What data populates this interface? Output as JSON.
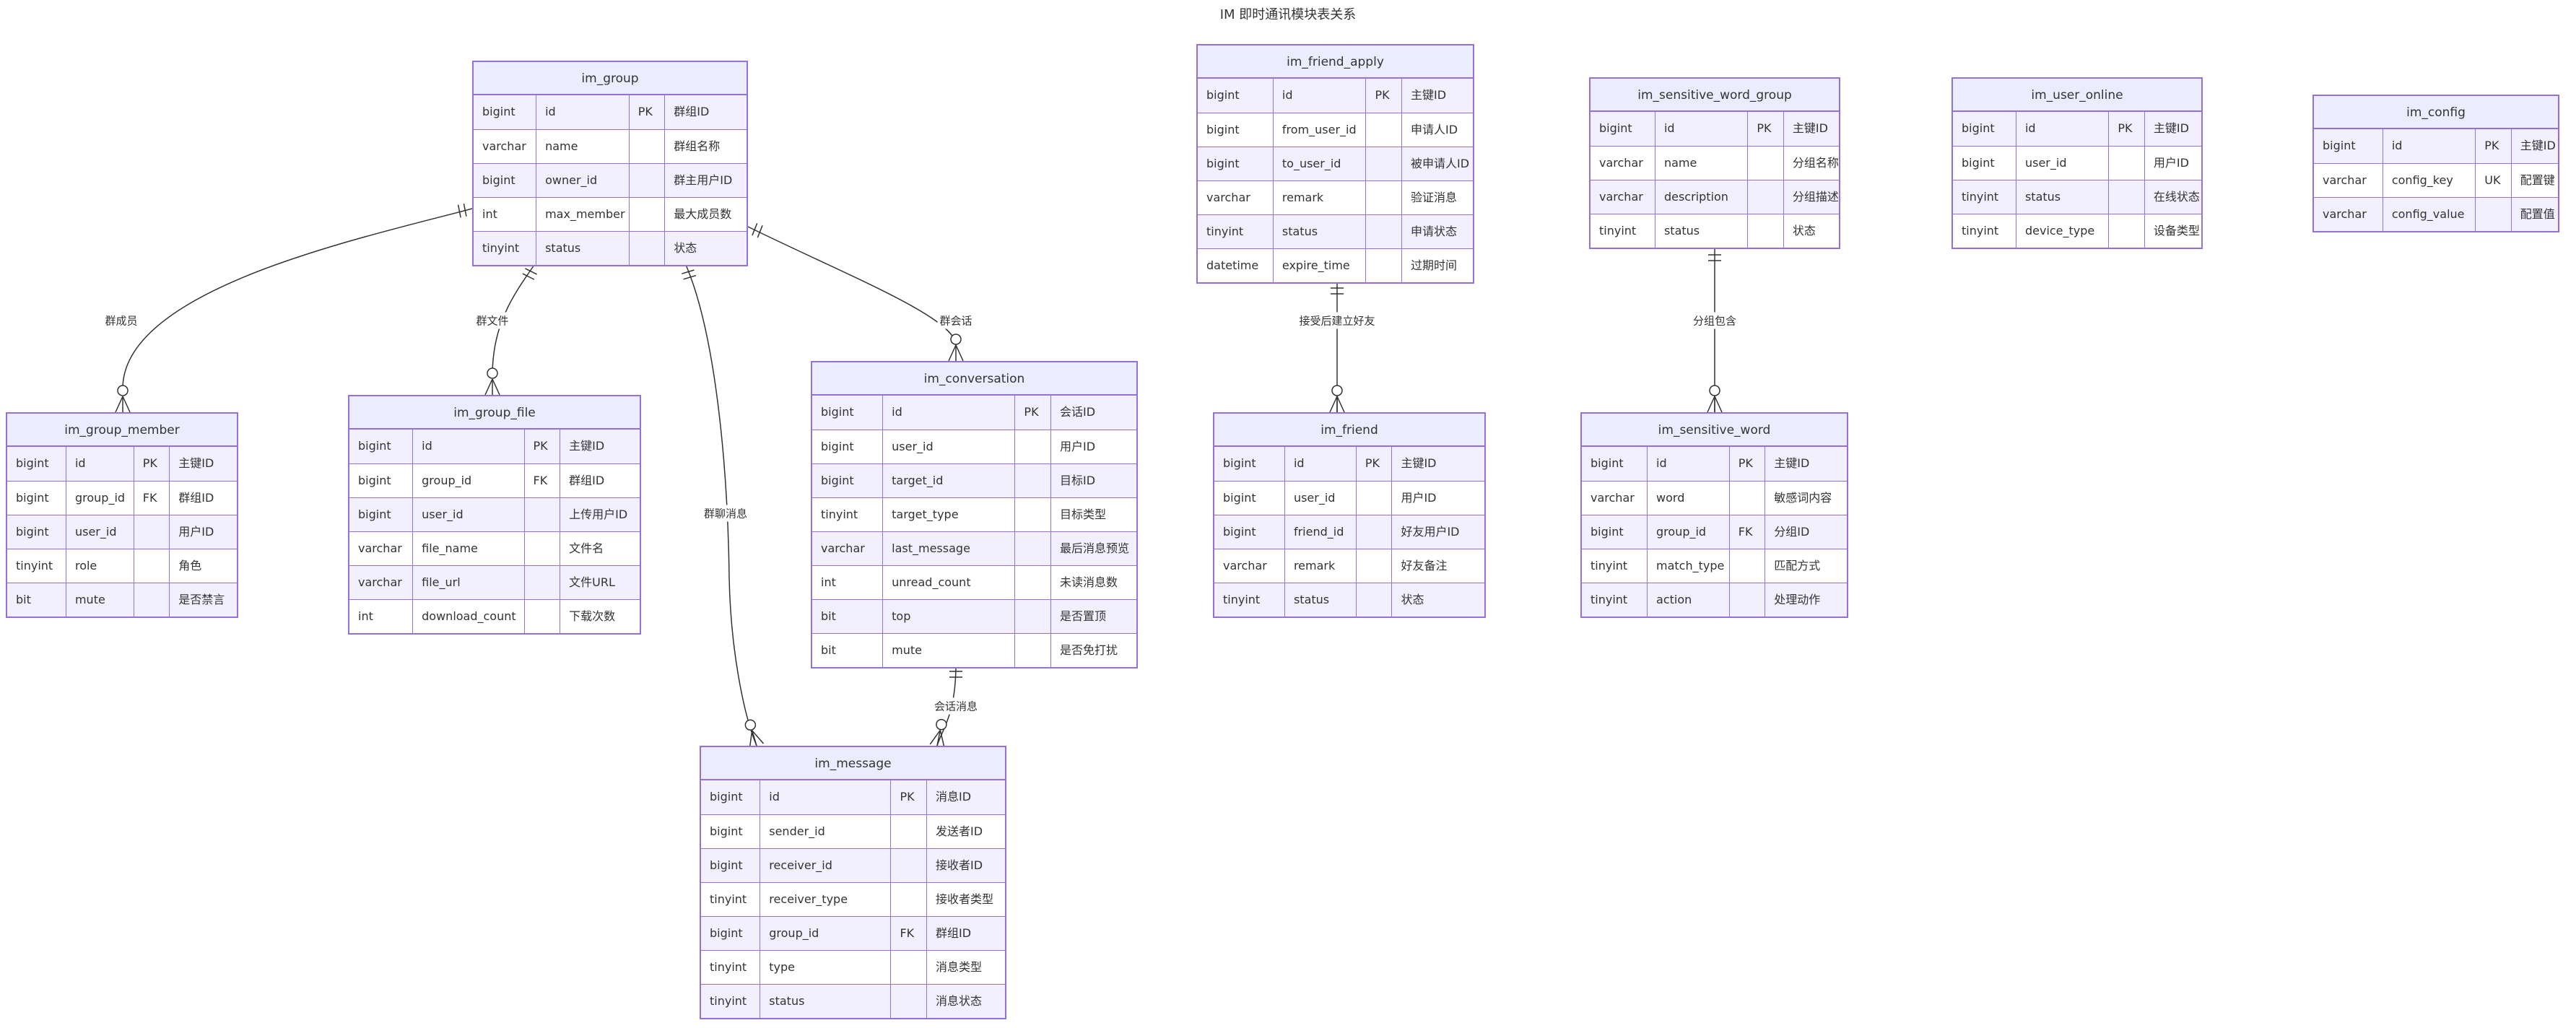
{
  "title": "IM 即时通讯模块表关系",
  "colors": {
    "entity_fill": "#ECECFF",
    "entity_border": "#9370DB",
    "row_alt": "#f2f0ff",
    "line": "#333333"
  },
  "entities": {
    "im_group": {
      "name": "im_group",
      "rows": [
        [
          "bigint",
          "id",
          "PK",
          "群组ID"
        ],
        [
          "varchar",
          "name",
          "",
          "群组名称"
        ],
        [
          "bigint",
          "owner_id",
          "",
          "群主用户ID"
        ],
        [
          "int",
          "max_member",
          "",
          "最大成员数"
        ],
        [
          "tinyint",
          "status",
          "",
          "状态"
        ]
      ]
    },
    "im_friend_apply": {
      "name": "im_friend_apply",
      "rows": [
        [
          "bigint",
          "id",
          "PK",
          "主键ID"
        ],
        [
          "bigint",
          "from_user_id",
          "",
          "申请人ID"
        ],
        [
          "bigint",
          "to_user_id",
          "",
          "被申请人ID"
        ],
        [
          "varchar",
          "remark",
          "",
          "验证消息"
        ],
        [
          "tinyint",
          "status",
          "",
          "申请状态"
        ],
        [
          "datetime",
          "expire_time",
          "",
          "过期时间"
        ]
      ]
    },
    "im_sensitive_word_group": {
      "name": "im_sensitive_word_group",
      "rows": [
        [
          "bigint",
          "id",
          "PK",
          "主键ID"
        ],
        [
          "varchar",
          "name",
          "",
          "分组名称"
        ],
        [
          "varchar",
          "description",
          "",
          "分组描述"
        ],
        [
          "tinyint",
          "status",
          "",
          "状态"
        ]
      ]
    },
    "im_user_online": {
      "name": "im_user_online",
      "rows": [
        [
          "bigint",
          "id",
          "PK",
          "主键ID"
        ],
        [
          "bigint",
          "user_id",
          "",
          "用户ID"
        ],
        [
          "tinyint",
          "status",
          "",
          "在线状态"
        ],
        [
          "tinyint",
          "device_type",
          "",
          "设备类型"
        ]
      ]
    },
    "im_config": {
      "name": "im_config",
      "rows": [
        [
          "bigint",
          "id",
          "PK",
          "主键ID"
        ],
        [
          "varchar",
          "config_key",
          "UK",
          "配置键"
        ],
        [
          "varchar",
          "config_value",
          "",
          "配置值"
        ]
      ]
    },
    "im_group_member": {
      "name": "im_group_member",
      "rows": [
        [
          "bigint",
          "id",
          "PK",
          "主键ID"
        ],
        [
          "bigint",
          "group_id",
          "FK",
          "群组ID"
        ],
        [
          "bigint",
          "user_id",
          "",
          "用户ID"
        ],
        [
          "tinyint",
          "role",
          "",
          "角色"
        ],
        [
          "bit",
          "mute",
          "",
          "是否禁言"
        ]
      ]
    },
    "im_group_file": {
      "name": "im_group_file",
      "rows": [
        [
          "bigint",
          "id",
          "PK",
          "主键ID"
        ],
        [
          "bigint",
          "group_id",
          "FK",
          "群组ID"
        ],
        [
          "bigint",
          "user_id",
          "",
          "上传用户ID"
        ],
        [
          "varchar",
          "file_name",
          "",
          "文件名"
        ],
        [
          "varchar",
          "file_url",
          "",
          "文件URL"
        ],
        [
          "int",
          "download_count",
          "",
          "下载次数"
        ]
      ]
    },
    "im_conversation": {
      "name": "im_conversation",
      "rows": [
        [
          "bigint",
          "id",
          "PK",
          "会话ID"
        ],
        [
          "bigint",
          "user_id",
          "",
          "用户ID"
        ],
        [
          "bigint",
          "target_id",
          "",
          "目标ID"
        ],
        [
          "tinyint",
          "target_type",
          "",
          "目标类型"
        ],
        [
          "varchar",
          "last_message",
          "",
          "最后消息预览"
        ],
        [
          "int",
          "unread_count",
          "",
          "未读消息数"
        ],
        [
          "bit",
          "top",
          "",
          "是否置顶"
        ],
        [
          "bit",
          "mute",
          "",
          "是否免打扰"
        ]
      ]
    },
    "im_friend": {
      "name": "im_friend",
      "rows": [
        [
          "bigint",
          "id",
          "PK",
          "主键ID"
        ],
        [
          "bigint",
          "user_id",
          "",
          "用户ID"
        ],
        [
          "bigint",
          "friend_id",
          "",
          "好友用户ID"
        ],
        [
          "varchar",
          "remark",
          "",
          "好友备注"
        ],
        [
          "tinyint",
          "status",
          "",
          "状态"
        ]
      ]
    },
    "im_sensitive_word": {
      "name": "im_sensitive_word",
      "rows": [
        [
          "bigint",
          "id",
          "PK",
          "主键ID"
        ],
        [
          "varchar",
          "word",
          "",
          "敏感词内容"
        ],
        [
          "bigint",
          "group_id",
          "FK",
          "分组ID"
        ],
        [
          "tinyint",
          "match_type",
          "",
          "匹配方式"
        ],
        [
          "tinyint",
          "action",
          "",
          "处理动作"
        ]
      ]
    },
    "im_message": {
      "name": "im_message",
      "rows": [
        [
          "bigint",
          "id",
          "PK",
          "消息ID"
        ],
        [
          "bigint",
          "sender_id",
          "",
          "发送者ID"
        ],
        [
          "bigint",
          "receiver_id",
          "",
          "接收者ID"
        ],
        [
          "tinyint",
          "receiver_type",
          "",
          "接收者类型"
        ],
        [
          "bigint",
          "group_id",
          "FK",
          "群组ID"
        ],
        [
          "tinyint",
          "type",
          "",
          "消息类型"
        ],
        [
          "tinyint",
          "status",
          "",
          "消息状态"
        ]
      ]
    }
  },
  "relationships": [
    {
      "id": "r1",
      "from": "im_group",
      "to": "im_group_member",
      "label": "群成员",
      "from_card": "one-only",
      "to_card": "zero-many"
    },
    {
      "id": "r2",
      "from": "im_group",
      "to": "im_group_file",
      "label": "群文件",
      "from_card": "one-only",
      "to_card": "zero-many"
    },
    {
      "id": "r3",
      "from": "im_group",
      "to": "im_message",
      "label": "群聊消息",
      "from_card": "one-only",
      "to_card": "zero-many"
    },
    {
      "id": "r4",
      "from": "im_group",
      "to": "im_conversation",
      "label": "群会话",
      "from_card": "one-only",
      "to_card": "zero-many"
    },
    {
      "id": "r5",
      "from": "im_conversation",
      "to": "im_message",
      "label": "会话消息",
      "from_card": "one-only",
      "to_card": "zero-many"
    },
    {
      "id": "r6",
      "from": "im_friend_apply",
      "to": "im_friend",
      "label": "接受后建立好友",
      "from_card": "one-only",
      "to_card": "zero-many"
    },
    {
      "id": "r7",
      "from": "im_sensitive_word_group",
      "to": "im_sensitive_word",
      "label": "分组包含",
      "from_card": "one-only",
      "to_card": "zero-many"
    }
  ]
}
